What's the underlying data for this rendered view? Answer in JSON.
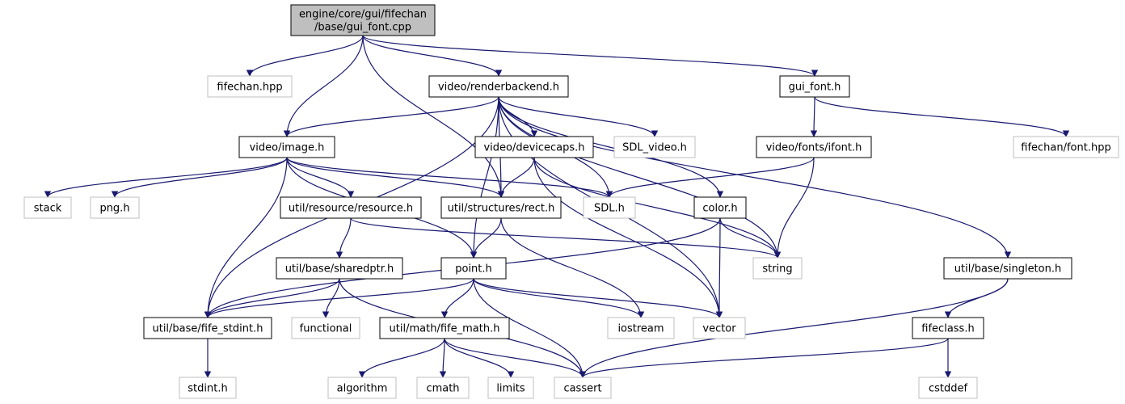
{
  "colors": {
    "edge": "#191970",
    "root_fill": "#bfbfbf",
    "doc_border": "#000000",
    "ext_border": "#bfbfbf"
  },
  "nodes": {
    "root": {
      "lines": [
        "engine/core/gui/fifechan",
        "/base/gui_font.cpp"
      ],
      "kind": "root"
    },
    "fifechan_hpp": {
      "lines": [
        "fifechan.hpp"
      ],
      "kind": "ext"
    },
    "renderbackend": {
      "lines": [
        "video/renderbackend.h"
      ],
      "kind": "doc"
    },
    "gui_font_h": {
      "lines": [
        "gui_font.h"
      ],
      "kind": "doc"
    },
    "fifechan_font": {
      "lines": [
        "fifechan/font.hpp"
      ],
      "kind": "ext"
    },
    "image_h": {
      "lines": [
        "video/image.h"
      ],
      "kind": "doc"
    },
    "devicecaps": {
      "lines": [
        "video/devicecaps.h"
      ],
      "kind": "doc"
    },
    "sdl_video": {
      "lines": [
        "SDL_video.h"
      ],
      "kind": "ext"
    },
    "ifont": {
      "lines": [
        "video/fonts/ifont.h"
      ],
      "kind": "doc"
    },
    "stack": {
      "lines": [
        "stack"
      ],
      "kind": "ext"
    },
    "png": {
      "lines": [
        "png.h"
      ],
      "kind": "ext"
    },
    "resource": {
      "lines": [
        "util/resource/resource.h"
      ],
      "kind": "doc"
    },
    "rect": {
      "lines": [
        "util/structures/rect.h"
      ],
      "kind": "doc"
    },
    "sdl_h": {
      "lines": [
        "SDL.h"
      ],
      "kind": "ext"
    },
    "color": {
      "lines": [
        "color.h"
      ],
      "kind": "doc"
    },
    "sharedptr": {
      "lines": [
        "util/base/sharedptr.h"
      ],
      "kind": "doc"
    },
    "point": {
      "lines": [
        "point.h"
      ],
      "kind": "doc"
    },
    "string": {
      "lines": [
        "string"
      ],
      "kind": "ext"
    },
    "singleton": {
      "lines": [
        "util/base/singleton.h"
      ],
      "kind": "doc"
    },
    "fife_stdint": {
      "lines": [
        "util/base/fife_stdint.h"
      ],
      "kind": "doc"
    },
    "functional": {
      "lines": [
        "functional"
      ],
      "kind": "ext"
    },
    "fife_math": {
      "lines": [
        "util/math/fife_math.h"
      ],
      "kind": "doc"
    },
    "iostream": {
      "lines": [
        "iostream"
      ],
      "kind": "ext"
    },
    "vector": {
      "lines": [
        "vector"
      ],
      "kind": "ext"
    },
    "fifeclass": {
      "lines": [
        "fifeclass.h"
      ],
      "kind": "doc"
    },
    "stdint": {
      "lines": [
        "stdint.h"
      ],
      "kind": "ext"
    },
    "algorithm": {
      "lines": [
        "algorithm"
      ],
      "kind": "ext"
    },
    "cmath": {
      "lines": [
        "cmath"
      ],
      "kind": "ext"
    },
    "limits": {
      "lines": [
        "limits"
      ],
      "kind": "ext"
    },
    "cassert": {
      "lines": [
        "cassert"
      ],
      "kind": "ext"
    },
    "cstddef": {
      "lines": [
        "cstddef"
      ],
      "kind": "ext"
    }
  },
  "edges": [
    [
      "root",
      "fifechan_hpp"
    ],
    [
      "root",
      "renderbackend"
    ],
    [
      "root",
      "gui_font_h"
    ],
    [
      "root",
      "image_h"
    ],
    [
      "root",
      "rect"
    ],
    [
      "gui_font_h",
      "fifechan_font"
    ],
    [
      "gui_font_h",
      "ifont"
    ],
    [
      "renderbackend",
      "image_h"
    ],
    [
      "renderbackend",
      "devicecaps"
    ],
    [
      "renderbackend",
      "sdl_video"
    ],
    [
      "renderbackend",
      "color"
    ],
    [
      "renderbackend",
      "rect"
    ],
    [
      "renderbackend",
      "sdl_h"
    ],
    [
      "renderbackend",
      "point"
    ],
    [
      "renderbackend",
      "fife_stdint"
    ],
    [
      "renderbackend",
      "string"
    ],
    [
      "renderbackend",
      "vector"
    ],
    [
      "renderbackend",
      "singleton"
    ],
    [
      "image_h",
      "stack"
    ],
    [
      "image_h",
      "png"
    ],
    [
      "image_h",
      "resource"
    ],
    [
      "image_h",
      "rect"
    ],
    [
      "image_h",
      "sdl_h"
    ],
    [
      "image_h",
      "point"
    ],
    [
      "image_h",
      "fife_stdint"
    ],
    [
      "devicecaps",
      "rect"
    ],
    [
      "devicecaps",
      "string"
    ],
    [
      "devicecaps",
      "vector"
    ],
    [
      "ifont",
      "sdl_h"
    ],
    [
      "ifont",
      "string"
    ],
    [
      "color",
      "fife_stdint"
    ],
    [
      "color",
      "string"
    ],
    [
      "color",
      "vector"
    ],
    [
      "resource",
      "sharedptr"
    ],
    [
      "resource",
      "string"
    ],
    [
      "rect",
      "point"
    ],
    [
      "rect",
      "iostream"
    ],
    [
      "sharedptr",
      "fife_stdint"
    ],
    [
      "sharedptr",
      "functional"
    ],
    [
      "sharedptr",
      "cassert"
    ],
    [
      "point",
      "fife_stdint"
    ],
    [
      "point",
      "fife_math"
    ],
    [
      "point",
      "iostream"
    ],
    [
      "point",
      "vector"
    ],
    [
      "point",
      "cassert"
    ],
    [
      "singleton",
      "fifeclass"
    ],
    [
      "singleton",
      "cassert"
    ],
    [
      "fife_stdint",
      "stdint"
    ],
    [
      "fife_math",
      "algorithm"
    ],
    [
      "fife_math",
      "cmath"
    ],
    [
      "fife_math",
      "limits"
    ],
    [
      "fife_math",
      "cassert"
    ],
    [
      "fifeclass",
      "cassert"
    ],
    [
      "fifeclass",
      "cstddef"
    ]
  ]
}
